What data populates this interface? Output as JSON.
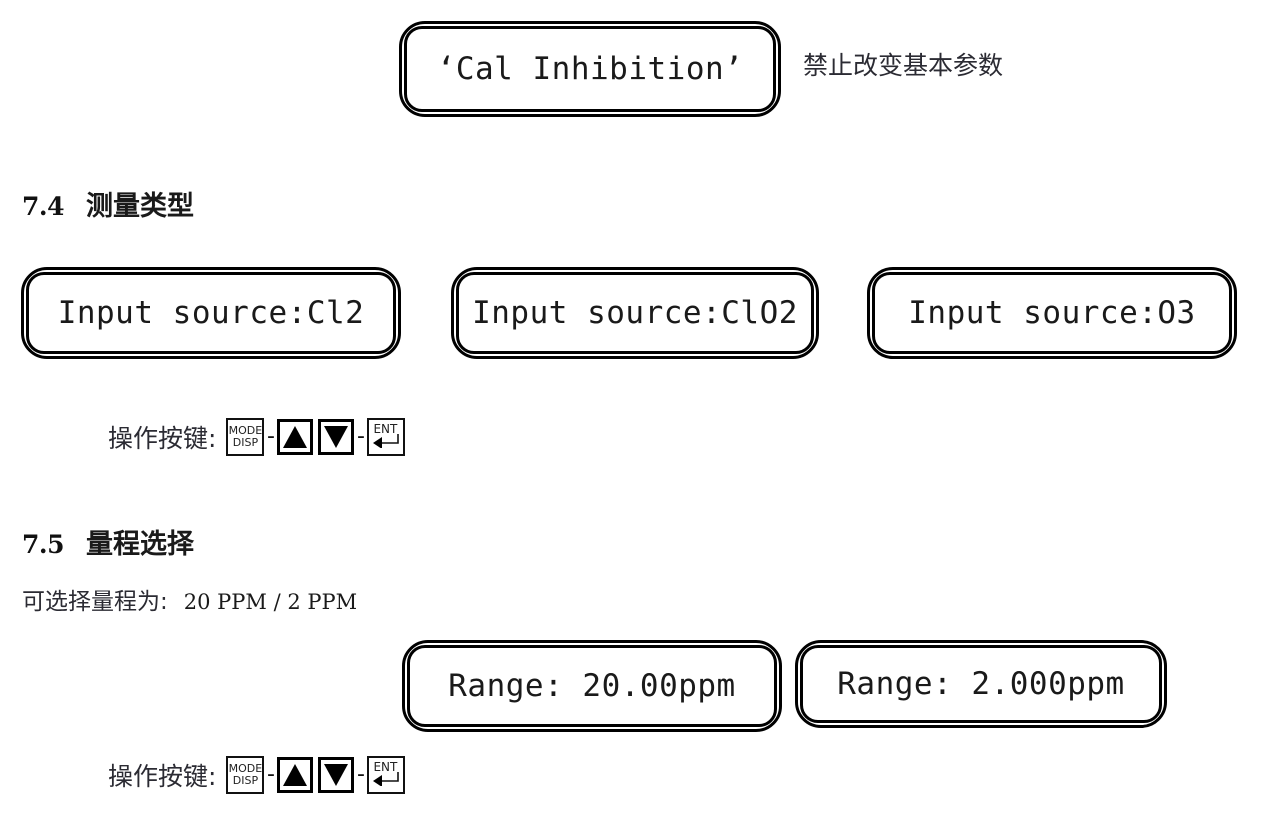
{
  "page": {
    "bg": "#ffffff",
    "text_color": "#1a1a1a"
  },
  "cal_inhibition": {
    "display_text": "‘Cal Inhibition’",
    "annotation": "禁止改变基本参数"
  },
  "section_74": {
    "number": "7.4",
    "title": "测量类型",
    "displays": [
      {
        "text": "Input source:Cl2"
      },
      {
        "text": "Input source:ClO2"
      },
      {
        "text": "Input source:O3"
      }
    ],
    "keyrow": {
      "label": "操作按键:",
      "keys": [
        {
          "type": "mode",
          "line1": "MODE",
          "line2": "DISP",
          "name": "mode-disp-key"
        },
        {
          "type": "sep",
          "text": "-"
        },
        {
          "type": "up",
          "name": "up-arrow-key"
        },
        {
          "type": "down",
          "name": "down-arrow-key"
        },
        {
          "type": "sep",
          "text": "-"
        },
        {
          "type": "ent",
          "label": "ENT",
          "name": "enter-key"
        }
      ]
    }
  },
  "section_75": {
    "number": "7.5",
    "title": "量程选择",
    "description_label": "可选择量程为:",
    "description_value": "20 PPM / 2 PPM",
    "displays": [
      {
        "text": "Range: 20.00ppm"
      },
      {
        "text": "Range: 2.000ppm"
      }
    ],
    "keyrow": {
      "label": "操作按键:",
      "keys": [
        {
          "type": "mode",
          "line1": "MODE",
          "line2": "DISP",
          "name": "mode-disp-key"
        },
        {
          "type": "sep",
          "text": "-"
        },
        {
          "type": "up",
          "name": "up-arrow-key"
        },
        {
          "type": "down",
          "name": "down-arrow-key"
        },
        {
          "type": "sep",
          "text": "-"
        },
        {
          "type": "ent",
          "label": "ENT",
          "name": "enter-key"
        }
      ]
    }
  }
}
